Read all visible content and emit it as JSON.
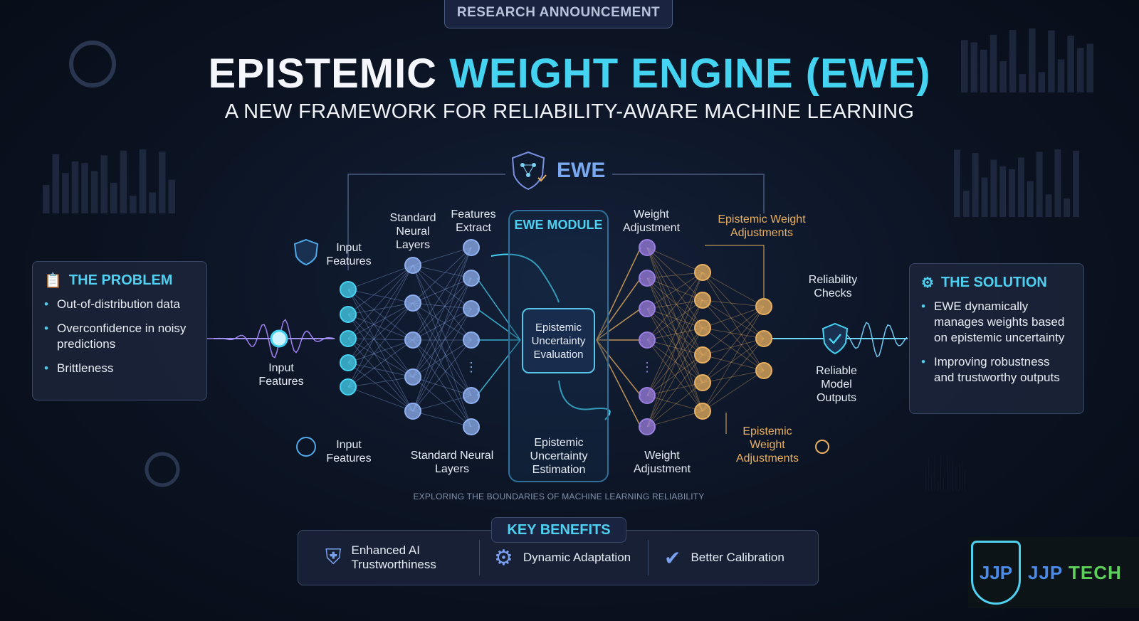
{
  "badge": "RESEARCH ANNOUNCEMENT",
  "title": {
    "part1": "EPISTEMIC ",
    "part2": "WEIGHT ENGINE (EWE)"
  },
  "subtitle": "A NEW FRAMEWORK FOR RELIABILITY-AWARE MACHINE LEARNING",
  "ewe_label": "EWE",
  "problem": {
    "title": "THE PROBLEM",
    "items": [
      "Out-of-distribution data",
      "Overconfidence in noisy predictions",
      "Brittleness"
    ]
  },
  "solution": {
    "title": "THE SOLUTION",
    "items": [
      "EWE dynamically manages weights based on epistemic uncertainty",
      "Improving robustness and trustworthy outputs"
    ]
  },
  "diagram": {
    "input_features_top": "Input Features",
    "input_features_mid": "Input Features",
    "input_features_bottom": "Input Features",
    "standard_layers_top": "Standard Neural Layers",
    "standard_layers_bottom": "Standard Neural Layers",
    "features_extract": "Features Extract",
    "module_title": "EWE MODULE",
    "evaluation": "Epistemic Uncertainty Evaluation",
    "estimation": "Epistemic Uncertainty Estimation",
    "weight_adjustment_top": "Weight Adjustment",
    "weight_adjustment_bottom": "Weight Adjustment",
    "ewa_top": "Epistemic Weight Adjustments",
    "ewa_bottom": "Epistemic Weight Adjustments",
    "reliability_checks": "Reliability Checks",
    "reliable_outputs": "Reliable Model Outputs"
  },
  "footer_note": "EXPLORING THE BOUNDARIES OF MACHINE LEARNING RELIABILITY",
  "benefits": {
    "title": "KEY BENEFITS",
    "items": [
      "Enhanced AI Trustworthiness",
      "Dynamic Adaptation",
      "Better Calibration"
    ]
  },
  "logo": {
    "mark": "JJP",
    "text1": "JJP",
    "text2": "TECH"
  },
  "colors": {
    "cyan": "#45d3f2",
    "purple": "#9b7fe0",
    "gold": "#e8b060",
    "bg": "#0b1322"
  }
}
